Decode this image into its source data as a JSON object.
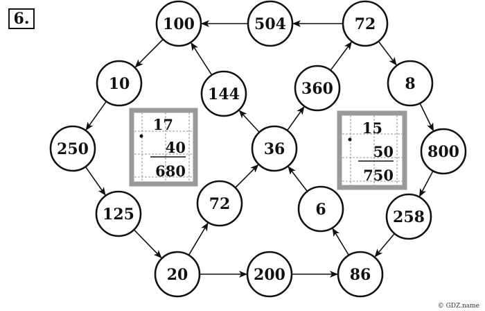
{
  "task": {
    "number_label": "6."
  },
  "nodes": [
    {
      "id": "n100",
      "label": "100"
    },
    {
      "id": "n504",
      "label": "504"
    },
    {
      "id": "n72top",
      "label": "72"
    },
    {
      "id": "n10",
      "label": "10"
    },
    {
      "id": "n144",
      "label": "144"
    },
    {
      "id": "n360",
      "label": "360"
    },
    {
      "id": "n8",
      "label": "8"
    },
    {
      "id": "n250",
      "label": "250"
    },
    {
      "id": "n36",
      "label": "36"
    },
    {
      "id": "n800",
      "label": "800"
    },
    {
      "id": "n125",
      "label": "125"
    },
    {
      "id": "n72mid",
      "label": "72"
    },
    {
      "id": "n6",
      "label": "6"
    },
    {
      "id": "n258",
      "label": "258"
    },
    {
      "id": "n20",
      "label": "20"
    },
    {
      "id": "n200",
      "label": "200"
    },
    {
      "id": "n86",
      "label": "86"
    }
  ],
  "edges": [
    {
      "from": "n504",
      "to": "n100"
    },
    {
      "from": "n72top",
      "to": "n504"
    },
    {
      "from": "n100",
      "to": "n10"
    },
    {
      "from": "n10",
      "to": "n250"
    },
    {
      "from": "n250",
      "to": "n125"
    },
    {
      "from": "n125",
      "to": "n20"
    },
    {
      "from": "n20",
      "to": "n200"
    },
    {
      "from": "n200",
      "to": "n86"
    },
    {
      "from": "n20",
      "to": "n72mid"
    },
    {
      "from": "n72mid",
      "to": "n36"
    },
    {
      "from": "n36",
      "to": "n144"
    },
    {
      "from": "n144",
      "to": "n100"
    },
    {
      "from": "n36",
      "to": "n360"
    },
    {
      "from": "n360",
      "to": "n72top"
    },
    {
      "from": "n72top",
      "to": "n8"
    },
    {
      "from": "n8",
      "to": "n800"
    },
    {
      "from": "n800",
      "to": "n258"
    },
    {
      "from": "n258",
      "to": "n86"
    },
    {
      "from": "n86",
      "to": "n6"
    },
    {
      "from": "n6",
      "to": "n36"
    }
  ],
  "calculations": [
    {
      "id": "calc-left",
      "multiplicand": "17",
      "multiplier": "40",
      "product": "680"
    },
    {
      "id": "calc-right",
      "multiplicand": "15",
      "multiplier": "50",
      "product": "750"
    }
  ],
  "watermark": "© GDZ.name"
}
